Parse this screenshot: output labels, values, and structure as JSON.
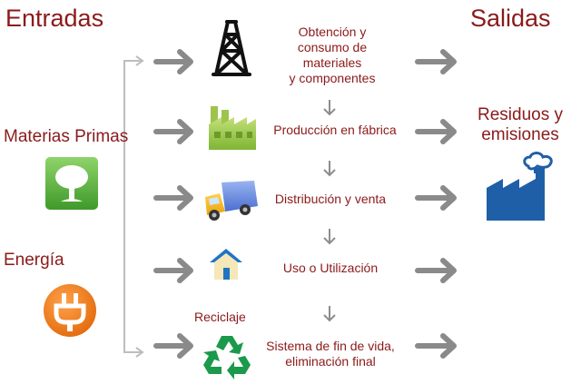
{
  "inputs": {
    "title": "Entradas",
    "items": [
      {
        "label": "Materias Primas",
        "icon": "tree-icon",
        "color": "#5cb33f"
      },
      {
        "label": "Energía",
        "icon": "plug-icon",
        "color": "#f07a1a"
      }
    ]
  },
  "outputs": {
    "title": "Salidas",
    "items": [
      {
        "label_lines": [
          "Residuos y",
          "emisiones"
        ],
        "icon": "factory-emissions-icon",
        "color": "#1f5fa8"
      }
    ]
  },
  "stages": [
    {
      "label_lines": [
        "Obtención y",
        "consumo de",
        "materiales",
        "y componentes"
      ],
      "icon": "oil-derrick-icon"
    },
    {
      "label_lines": [
        "Producción en fábrica"
      ],
      "icon": "factory-icon"
    },
    {
      "label_lines": [
        "Distribución y venta"
      ],
      "icon": "delivery-truck-icon"
    },
    {
      "label_lines": [
        "Uso o Utilización"
      ],
      "icon": "house-icon"
    },
    {
      "label_lines": [
        "Sistema de fin de vida,",
        "eliminación final"
      ],
      "icon": "recycle-icon"
    }
  ],
  "recycle_label": "Reciclaje",
  "colors": {
    "title_red": "#8b1a1a",
    "arrow_gray": "#8a8a8a",
    "connector_gray": "#b5b5b5",
    "recycle_green": "#1a9a4a"
  }
}
